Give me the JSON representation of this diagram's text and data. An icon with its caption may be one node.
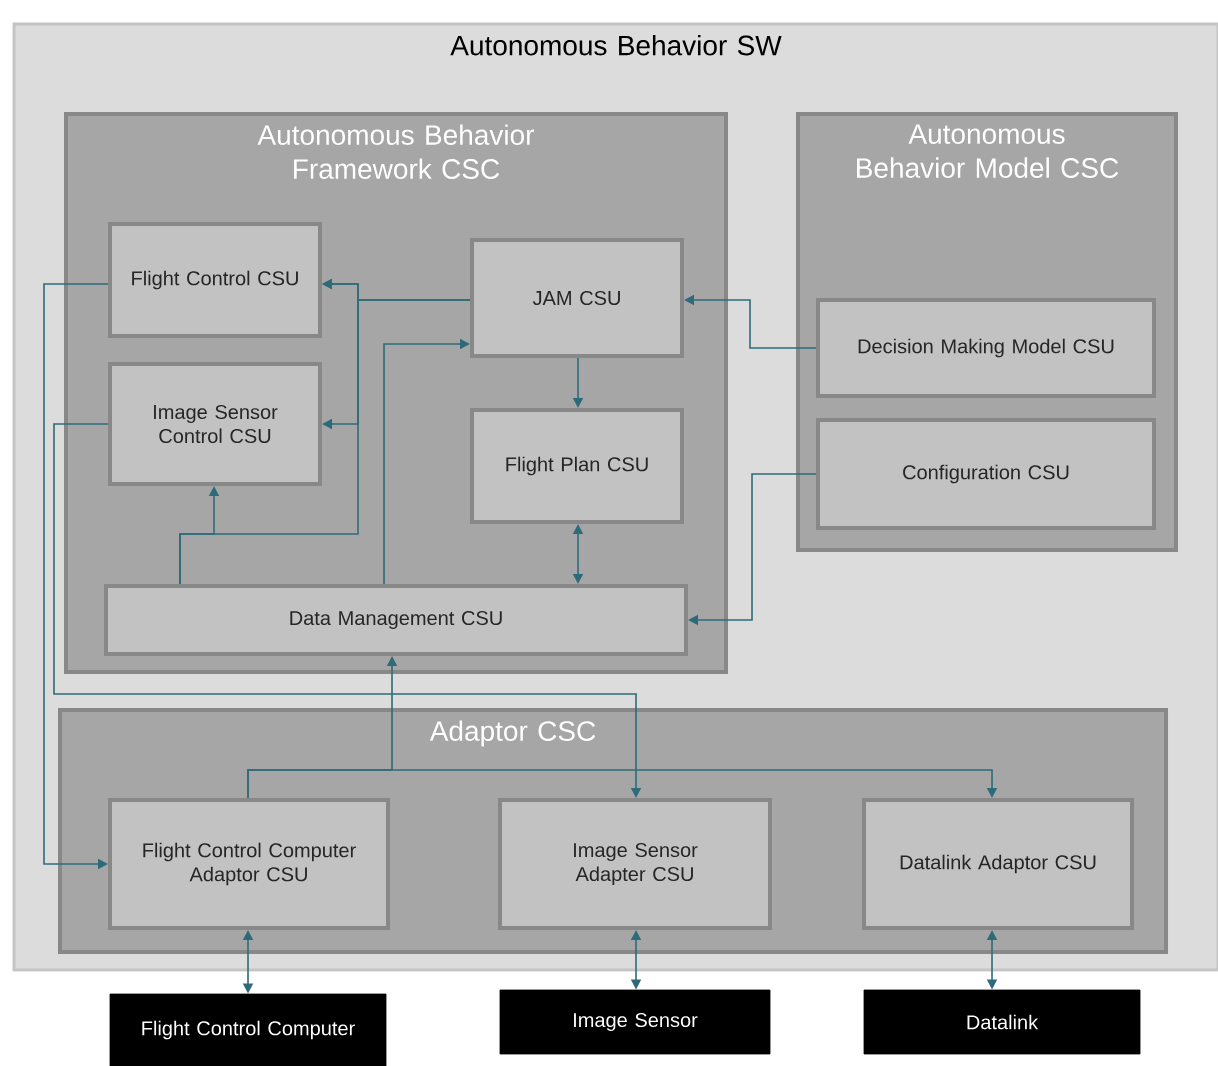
{
  "diagram": {
    "nodes": [
      {
        "text": [
          "Autonomous Behavior SW"
        ]
      },
      {
        "text": [
          "Autonomous Behavior Framework CSC"
        ],
        "in": 0
      },
      {
        "text": [
          "Flight Control CSU"
        ],
        "in": 1
      },
      {
        "text": [
          "Image Sensor Control CSU"
        ],
        "in": 1
      },
      {
        "text": [
          "JAM CSU"
        ],
        "in": 1
      },
      {
        "text": [
          "Flight Plan CSU"
        ],
        "in": 1
      },
      {
        "text": [
          "Data Management CSU"
        ],
        "in": 1
      },
      {
        "text": [
          "Autonomous Behavior Model CSC"
        ],
        "in": 0
      },
      {
        "text": [
          "Decision Making Model CSU"
        ],
        "in": 7
      },
      {
        "text": [
          "Configuration CSU"
        ],
        "in": 7
      },
      {
        "text": [
          "Adaptor CSC"
        ],
        "in": 0
      },
      {
        "text": [
          "Flight Control Computer Adaptor CSU"
        ],
        "in": 10
      },
      {
        "text": [
          "Image Sensor Adapter CSU"
        ],
        "in": 10
      },
      {
        "text": [
          "Datalink Adaptor CSU"
        ],
        "in": 10
      },
      {
        "text": [
          "Flight Control Computer"
        ]
      },
      {
        "text": [
          "Image Sensor"
        ]
      },
      {
        "text": [
          "Datalink"
        ]
      }
    ],
    "edges": [
      {
        "from": 4,
        "to": 2,
        "arrow": "to"
      },
      {
        "from": 4,
        "to": 3,
        "arrow": "to"
      },
      {
        "from": 6,
        "to": 2,
        "arrow": "to"
      },
      {
        "from": 6,
        "to": 3,
        "arrow": "to"
      },
      {
        "from": 6,
        "to": 4,
        "arrow": "to"
      },
      {
        "from": 4,
        "to": 5,
        "arrow": "to"
      },
      {
        "from": 5,
        "to": 6,
        "arrow": "both"
      },
      {
        "from": 8,
        "to": 4,
        "arrow": "to"
      },
      {
        "from": 9,
        "to": 6,
        "arrow": "to"
      },
      {
        "from": 2,
        "to": 11,
        "arrow": "to"
      },
      {
        "from": 3,
        "to": 12,
        "arrow": "to"
      },
      {
        "from": 11,
        "to": 6,
        "arrow": "to"
      },
      {
        "from": 11,
        "to": 13,
        "arrow": "to"
      },
      {
        "from": 11,
        "to": 14,
        "arrow": "both"
      },
      {
        "from": 12,
        "to": 15,
        "arrow": "both"
      },
      {
        "from": 13,
        "to": 16,
        "arrow": "both"
      }
    ]
  }
}
